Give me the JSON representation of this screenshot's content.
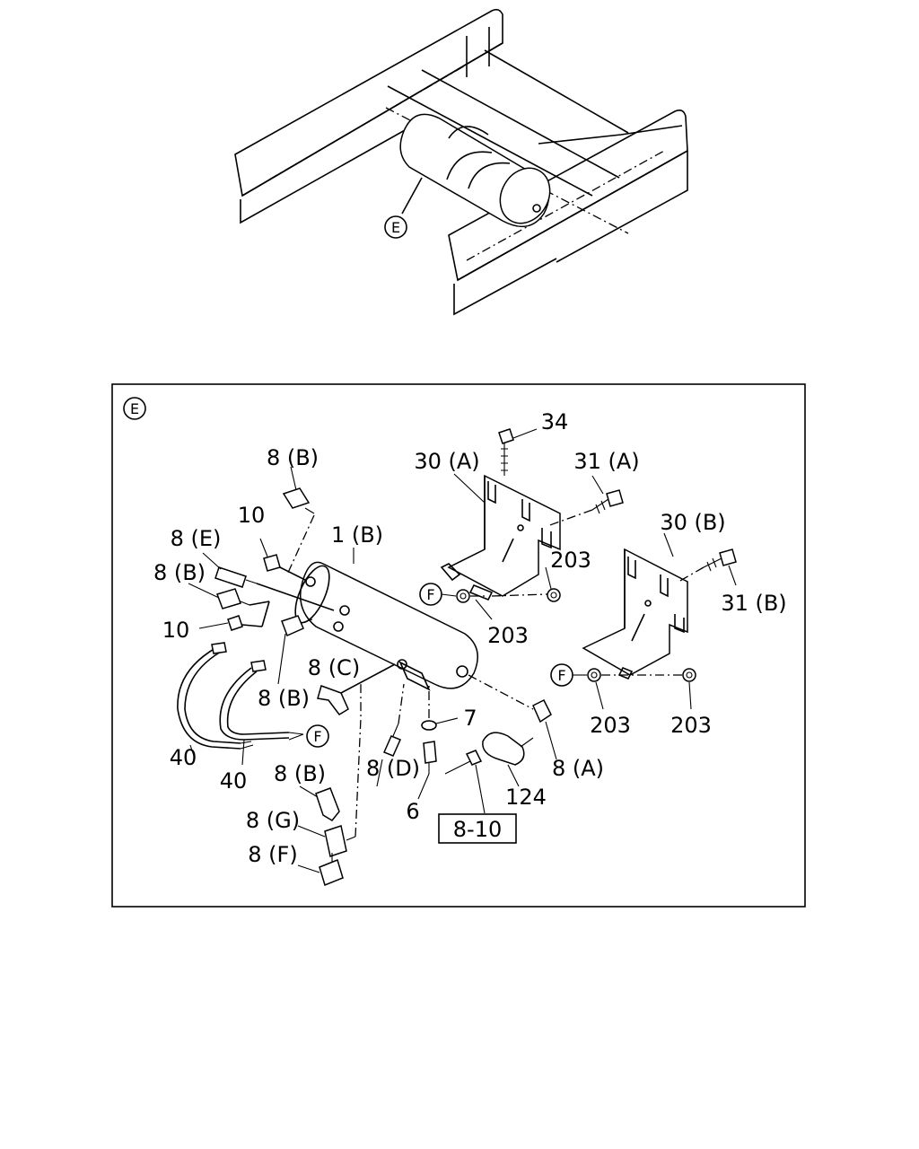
{
  "overview": {
    "callout": "E"
  },
  "detail": {
    "view_label": "E",
    "labels": {
      "tank": "1 (B)",
      "bracket_a": "30 (A)",
      "bracket_b": "30 (B)",
      "bolt_a": "31 (A)",
      "bolt_b": "31 (B)",
      "nut_34": "34",
      "nut_203_a": "203",
      "nut_203_b": "203",
      "nut_203_c": "203",
      "nut_203_d": "203",
      "fitting_8b_top": "8 (B)",
      "fitting_8e": "8 (E)",
      "fitting_8b_left": "8 (B)",
      "fitting_8b_mid": "8 (B)",
      "fitting_8c": "8 (C)",
      "fitting_8d": "8 (D)",
      "fitting_8a": "8 (A)",
      "fitting_8b_bottom": "8 (B)",
      "fitting_8g": "8 (G)",
      "fitting_8f": "8 (F)",
      "plug_10_top": "10",
      "plug_10_bottom": "10",
      "hose_40_left": "40",
      "hose_40_right": "40",
      "washer_7": "7",
      "valve_6": "6",
      "switch_124": "124",
      "ref_box": "8-10",
      "ref_f_left": "F",
      "ref_f_mid": "F",
      "ref_f_right": "F"
    }
  }
}
